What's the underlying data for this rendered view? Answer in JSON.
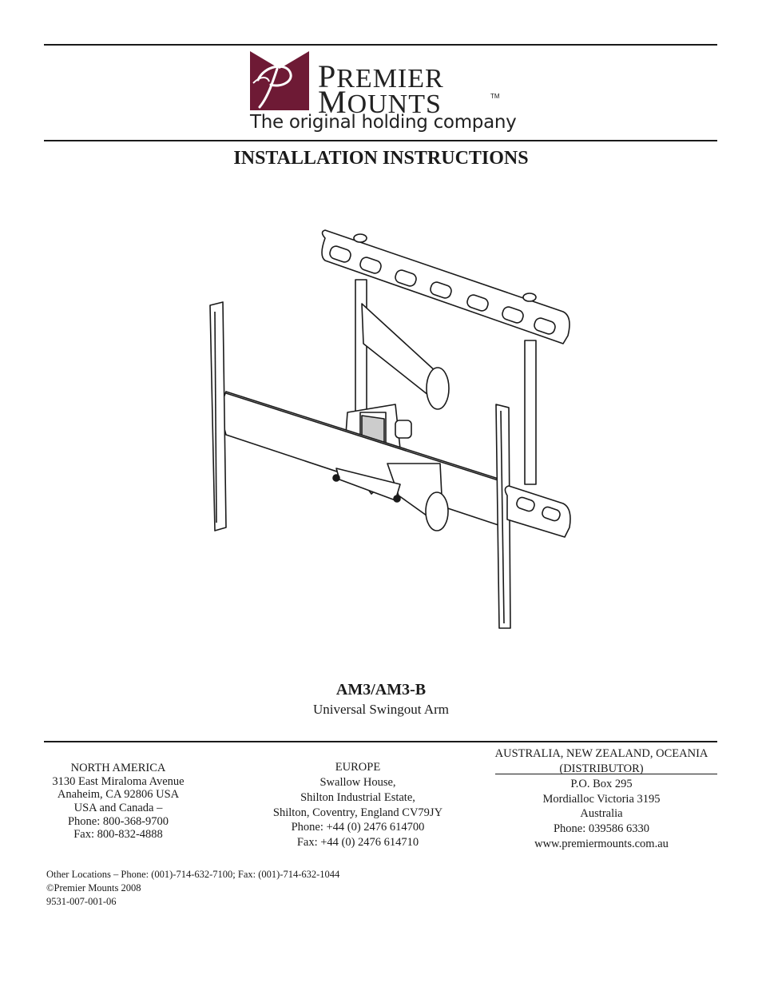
{
  "header": {
    "brand_line1_initial": "P",
    "brand_line1_rest": "REMIER",
    "brand_line2_initial": "M",
    "brand_line2_rest": "OUNTS",
    "trademark": "TM",
    "tagline": "The original holding company",
    "logo_color": "#6e1a35"
  },
  "document": {
    "title": "INSTALLATION INSTRUCTIONS",
    "model": "AM3/AM3-B",
    "model_description": "Universal Swingout Arm",
    "illustration_icon": "swingout-arm-mount-illustration"
  },
  "contacts": {
    "north_america": {
      "heading": "NORTH AMERICA",
      "lines": [
        "3130 East Miraloma Avenue",
        "Anaheim, CA 92806 USA",
        "USA and Canada –",
        "Phone: 800-368-9700",
        "Fax: 800-832-4888"
      ]
    },
    "europe": {
      "heading": "EUROPE",
      "lines": [
        "Swallow House,",
        "Shilton Industrial Estate,",
        "Shilton, Coventry, England CV79JY",
        "Phone: +44 (0) 2476 614700",
        "Fax: +44 (0) 2476 614710"
      ]
    },
    "australia": {
      "heading": "AUSTRALIA, NEW ZEALAND, OCEANIA",
      "subheading": "(DISTRIBUTOR)",
      "lines": [
        "P.O. Box 295",
        "Mordialloc Victoria 3195",
        "Australia",
        "Phone: 039586 6330",
        "www.premiermounts.com.au"
      ]
    }
  },
  "footer": {
    "other_locations": "Other Locations – Phone: (001)-714-632-7100; Fax: (001)-714-632-1044",
    "copyright": "©Premier Mounts 2008",
    "part_number": "9531-007-001-06"
  }
}
